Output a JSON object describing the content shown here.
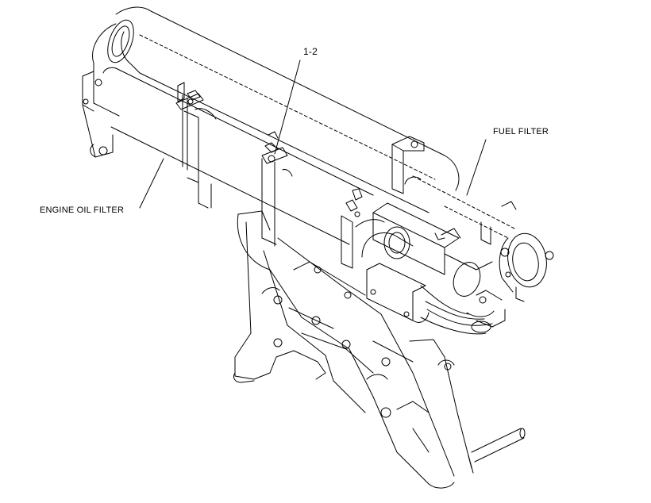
{
  "callouts": {
    "engine_oil_filter": "ENGINE OIL FILTER",
    "fuel_filter": "FUEL FILTER",
    "part_reference": "1-2"
  },
  "colors": {
    "line": "#000000",
    "background": "#ffffff"
  }
}
